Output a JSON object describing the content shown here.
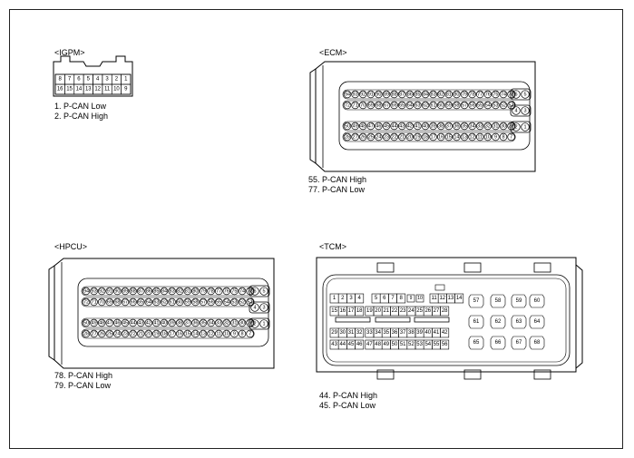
{
  "connectors": {
    "igpm": {
      "title": "<IGPM>",
      "pin_list": [
        "1. P-CAN Low",
        "2. P-CAN High"
      ],
      "row_top": [
        "8",
        "7",
        "6",
        "5",
        "4",
        "3",
        "2",
        "1"
      ],
      "row_bottom": [
        "16",
        "15",
        "14",
        "13",
        "12",
        "11",
        "10",
        "9"
      ]
    },
    "ecm": {
      "title": "<ECM>",
      "pin_list": [
        "55. P-CAN High",
        "77. P-CAN Low"
      ],
      "side_pins": [
        [
          "6",
          "5"
        ],
        [
          "4",
          "3"
        ],
        [
          "2",
          "1"
        ]
      ],
      "row_1": [
        "94",
        "93",
        "92",
        "91",
        "90",
        "89",
        "88",
        "87",
        "86",
        "85",
        "84",
        "83",
        "82",
        "81",
        "80",
        "79",
        "78",
        "77",
        "76",
        "75",
        "74",
        "73"
      ],
      "row_2": [
        "72",
        "71",
        "70",
        "69",
        "68",
        "67",
        "66",
        "65",
        "64",
        "63",
        "62",
        "61",
        "60",
        "59",
        "58",
        "57",
        "56",
        "55",
        "54",
        "53",
        "52",
        "51"
      ],
      "row_3": [
        "50",
        "49",
        "48",
        "47",
        "46",
        "45",
        "44",
        "43",
        "42",
        "41",
        "40",
        "39",
        "38",
        "37",
        "36",
        "35",
        "34",
        "33",
        "32",
        "31",
        "30",
        "29"
      ],
      "row_4": [
        "28",
        "27",
        "26",
        "25",
        "24",
        "23",
        "22",
        "21",
        "20",
        "19",
        "18",
        "17",
        "16",
        "15",
        "14",
        "13",
        "12",
        "11",
        "10",
        "9",
        "8",
        "7"
      ]
    },
    "hpcu": {
      "title": "<HPCU>",
      "pin_list": [
        "78. P-CAN High",
        "79. P-CAN Low"
      ],
      "side_pins": [
        [
          "6",
          "5"
        ],
        [
          "4",
          "3"
        ],
        [
          "2",
          "1"
        ]
      ],
      "row_1": [
        "94",
        "93",
        "92",
        "91",
        "90",
        "89",
        "88",
        "87",
        "86",
        "85",
        "84",
        "83",
        "82",
        "81",
        "80",
        "79",
        "78",
        "77",
        "76",
        "75",
        "74",
        "73"
      ],
      "row_2": [
        "72",
        "71",
        "70",
        "69",
        "68",
        "67",
        "66",
        "65",
        "64",
        "63",
        "62",
        "61",
        "60",
        "59",
        "58",
        "57",
        "56",
        "55",
        "54",
        "53",
        "52",
        "51"
      ],
      "row_3": [
        "50",
        "49",
        "48",
        "47",
        "46",
        "45",
        "44",
        "43",
        "42",
        "41",
        "40",
        "39",
        "38",
        "37",
        "36",
        "35",
        "34",
        "33",
        "32",
        "31",
        "30",
        "29"
      ],
      "row_4": [
        "28",
        "27",
        "26",
        "25",
        "24",
        "23",
        "22",
        "21",
        "20",
        "19",
        "18",
        "17",
        "16",
        "15",
        "14",
        "13",
        "12",
        "11",
        "10",
        "9",
        "8",
        "7"
      ]
    },
    "tcm": {
      "title": "<TCM>",
      "pin_list": [
        "44. P-CAN High",
        "45. P-CAN Low"
      ],
      "row_1": [
        [
          "1",
          "2",
          "3",
          "4"
        ],
        [
          "5",
          "6",
          "7",
          "8"
        ],
        [
          "11",
          "12",
          "13",
          "14"
        ]
      ],
      "row_1_extra": [
        "9",
        "10"
      ],
      "row_2": [
        "15",
        "16",
        "17",
        "18",
        "19",
        "20",
        "21",
        "22",
        "23",
        "24",
        "25",
        "26",
        "27",
        "28"
      ],
      "row_3": [
        "29",
        "30",
        "31",
        "32",
        "33",
        "34",
        "35",
        "36",
        "37",
        "38",
        "39",
        "40",
        "41",
        "42"
      ],
      "row_4": [
        "43",
        "44",
        "45",
        "46",
        "47",
        "48",
        "49",
        "50",
        "51",
        "52",
        "53",
        "54",
        "55",
        "56"
      ],
      "big_top": [
        "57",
        "58",
        "59",
        "60"
      ],
      "big_mid": [
        "61",
        "62",
        "63",
        "64"
      ],
      "big_bottom": [
        "65",
        "66",
        "67",
        "68"
      ]
    }
  }
}
